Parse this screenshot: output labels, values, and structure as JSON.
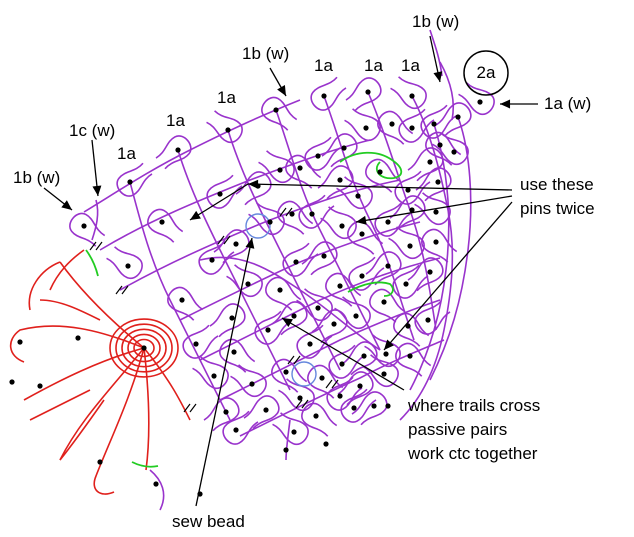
{
  "labels": {
    "a1": "1b (w)",
    "a2": "1b (w)",
    "a3": "1a",
    "a4": "1a",
    "a5": "1a",
    "a6": "2a",
    "a7": "1a (w)",
    "a8": "1a",
    "a9": "1a",
    "a10": "1c (w)",
    "a11": "1a",
    "a12": "1b (w)",
    "use_these_1": "use these",
    "use_these_2": "pins twice",
    "cross_1": "where trails cross",
    "cross_2": "passive pairs",
    "cross_3": "work ctc together",
    "sew_bead": "sew bead"
  },
  "colors": {
    "purple": "#9933cc",
    "red": "#e0201c",
    "green": "#22cc22",
    "blue": "#6688dd",
    "pin": "#000000"
  }
}
